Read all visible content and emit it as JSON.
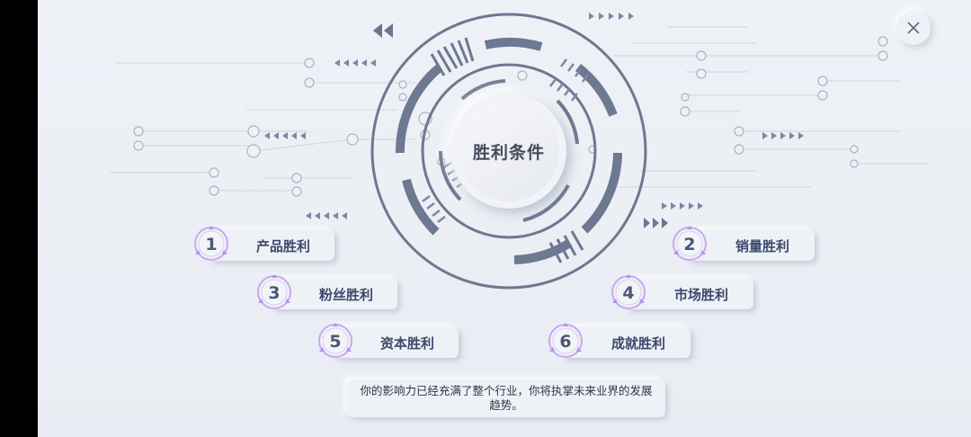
{
  "title": "胜利条件",
  "conditions": [
    {
      "num": "1",
      "label": "产品胜利"
    },
    {
      "num": "2",
      "label": "销量胜利"
    },
    {
      "num": "3",
      "label": "粉丝胜利"
    },
    {
      "num": "4",
      "label": "市场胜利"
    },
    {
      "num": "5",
      "label": "资本胜利"
    },
    {
      "num": "6",
      "label": "成就胜利"
    }
  ],
  "description": "你的影响力已经充满了整个行业，你将执掌未来业界的发展趋势。",
  "icons": {
    "close": "close-icon"
  },
  "colors": {
    "background": "#eef1f6",
    "ring": "#6d7891",
    "text": "#3b4a6a",
    "badge_accent": "#c9a8f0"
  }
}
